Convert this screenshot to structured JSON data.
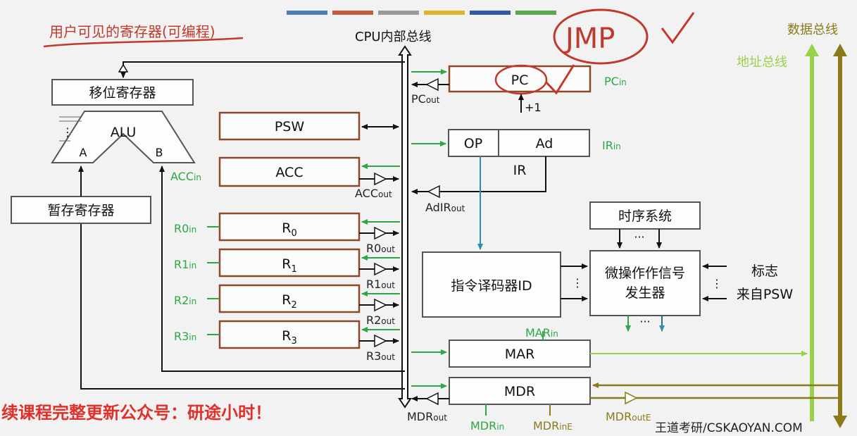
{
  "header_colors": [
    "#4e7fb4",
    "#c65b3b",
    "#9a9a9a",
    "#e0b42a",
    "#3558a6",
    "#5aa84e"
  ],
  "labels": {
    "user_visible": "用户可见的寄存器(可编程)",
    "cpu_bus": "CPU内部总线",
    "data_bus": "数据总线",
    "addr_bus": "地址总线",
    "jmp": "JMP",
    "shift_reg": "移位寄存器",
    "alu": "ALU",
    "alu_a": "A",
    "alu_b": "B",
    "alu_dots": "⋮",
    "temp_reg": "暂存寄存器",
    "psw": "PSW",
    "acc": "ACC",
    "acc_in_main": "ACC",
    "acc_in_sub": "in",
    "acc_out_main": "ACC",
    "acc_out_sub": "out",
    "r0": "R",
    "r0_sub": "0",
    "r1": "R",
    "r1_sub": "1",
    "r2": "R",
    "r2_sub": "2",
    "r3": "R",
    "r3_sub": "3",
    "r0in_main": "R0",
    "r0in_sub": "in",
    "r1in_main": "R1",
    "r1in_sub": "in",
    "r2in_main": "R2",
    "r2in_sub": "in",
    "r3in_main": "R3",
    "r3in_sub": "in",
    "r0out_main": "R0",
    "r0out_sub": "out",
    "r1out_main": "R1",
    "r1out_sub": "out",
    "r2out_main": "R2",
    "r2out_sub": "out",
    "r3out_main": "R3",
    "r3out_sub": "out",
    "pc": "PC",
    "pc_in_main": "PC",
    "pc_in_sub": "in",
    "pc_out_main": "PC",
    "pc_out_sub": "out",
    "plus1": "+1",
    "op": "OP",
    "ad": "Ad",
    "ir": "IR",
    "ir_in_main": "IR",
    "ir_in_sub": "in",
    "adir_out_main": "AdIR",
    "adir_out_sub": "out",
    "timing": "时序系统",
    "decoder": "指令译码器ID",
    "micro1": "微操作作信号",
    "micro2": "发生器",
    "flag": "标志",
    "from_psw": "来自PSW",
    "dots_h": "···",
    "dots_v": "⋮",
    "mar": "MAR",
    "mar_in_main": "MAR",
    "mar_in_sub": "in",
    "mdr": "MDR",
    "mdr_out_main": "MDR",
    "mdr_out_sub": "out",
    "mdr_in_main": "MDR",
    "mdr_in_sub": "in",
    "mdr_ine_main": "MDR",
    "mdr_ine_sub": "inE",
    "mdr_oute_main": "MDR",
    "mdr_oute_sub": "outE",
    "footer1": "续课程完整更新公众号：研途小时！",
    "footer2": "王道考研/CSKAOYAN.COM"
  }
}
